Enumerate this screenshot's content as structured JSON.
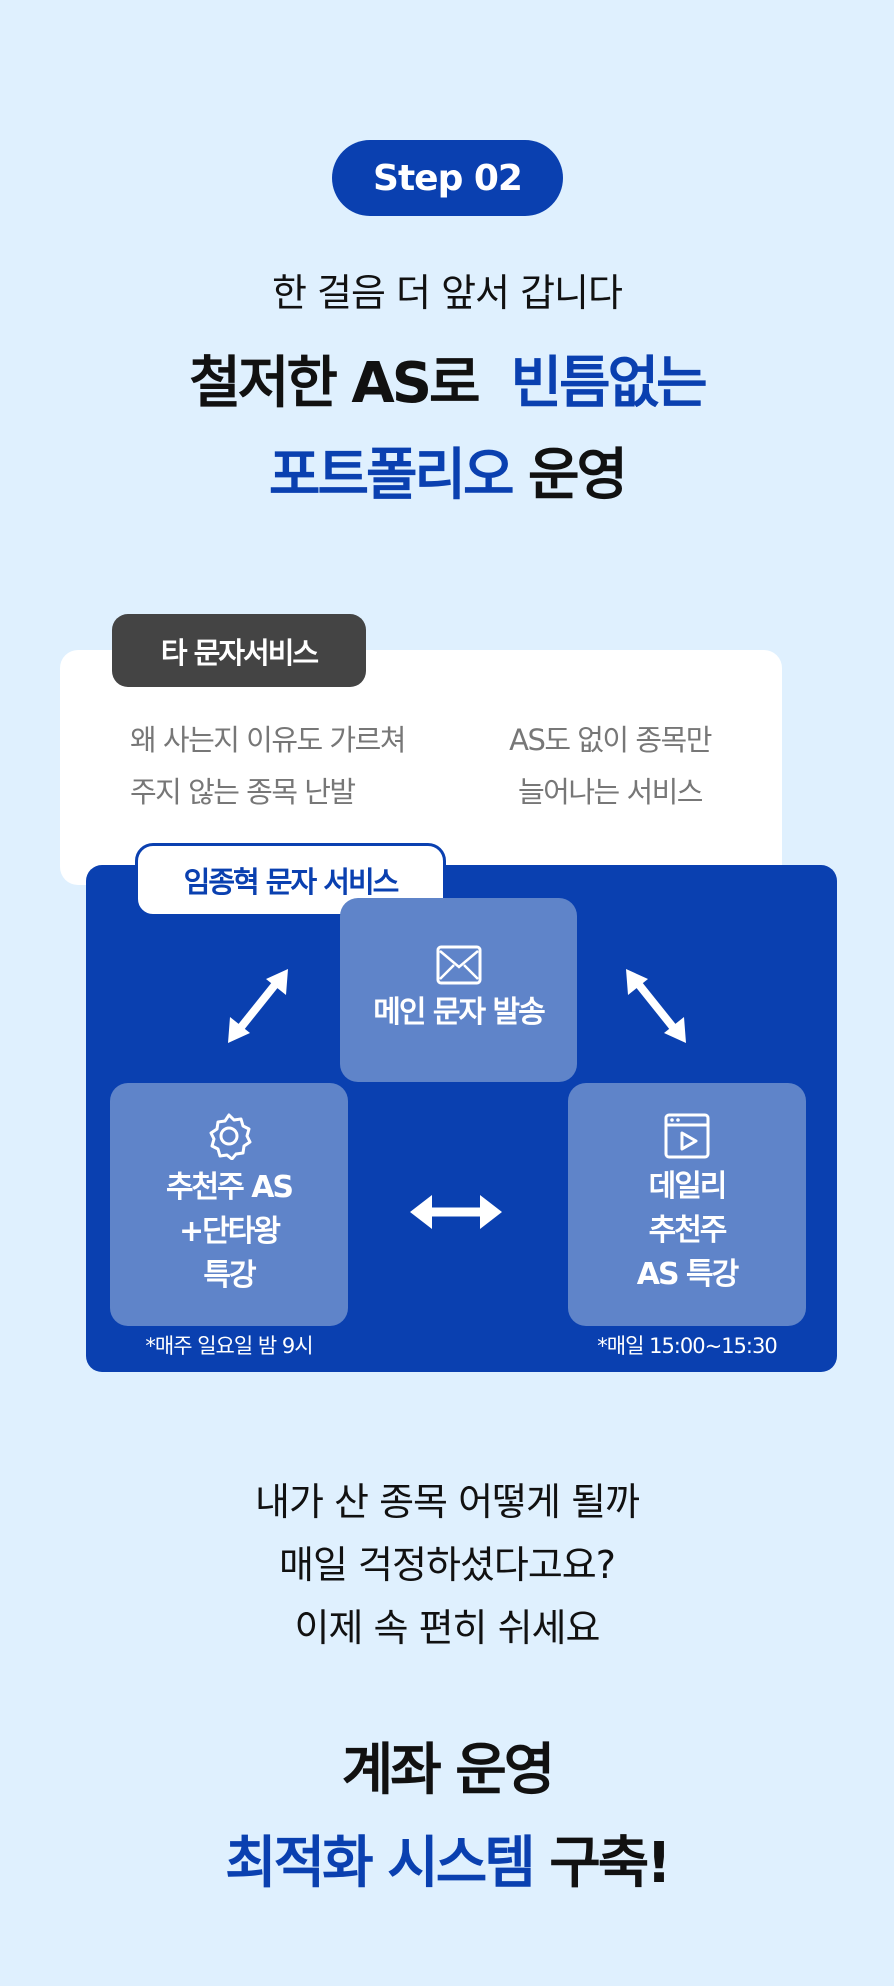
{
  "header": {
    "step_label": "Step 02",
    "subtitle": "한 걸음 더 앞서 갑니다",
    "title_line1_black": "철저한 AS로",
    "title_line1_blue": "빈틈없는",
    "title_line2_blue": "포트폴리오",
    "title_line2_black": "운영"
  },
  "others": {
    "label": "타 문자서비스",
    "point1": [
      "왜 사는지 이유도 가르쳐",
      "주지 않는 종목 난발"
    ],
    "point2": [
      "AS도 없이 종목만",
      "늘어나는 서비스"
    ]
  },
  "service": {
    "label": "임종혁 문자 서비스",
    "main": {
      "icon": "envelope-icon",
      "text": "메인 문자 발송"
    },
    "left": {
      "icon": "gear-icon",
      "lines": [
        "추천주 AS",
        "+단타왕",
        "특강"
      ],
      "note": "*매주 일요일 밤 9시"
    },
    "right": {
      "icon": "video-window-icon",
      "lines": [
        "데일리",
        "추천주",
        "AS 특강"
      ],
      "note": "*매일 15:00~15:30"
    }
  },
  "footer": {
    "lines": [
      "내가 산 종목 어떻게 될까",
      "매일 걱정하셨다고요?",
      "이제 속 편히 쉬세요"
    ],
    "bold_line1": "계좌 운영",
    "bold_line2_blue": "최적화 시스템",
    "bold_line2_black": "구축!"
  },
  "colors": {
    "background": "#dff0fe",
    "accent": "#0a40b0",
    "box": "#5f84c9",
    "dark": "#444444"
  }
}
